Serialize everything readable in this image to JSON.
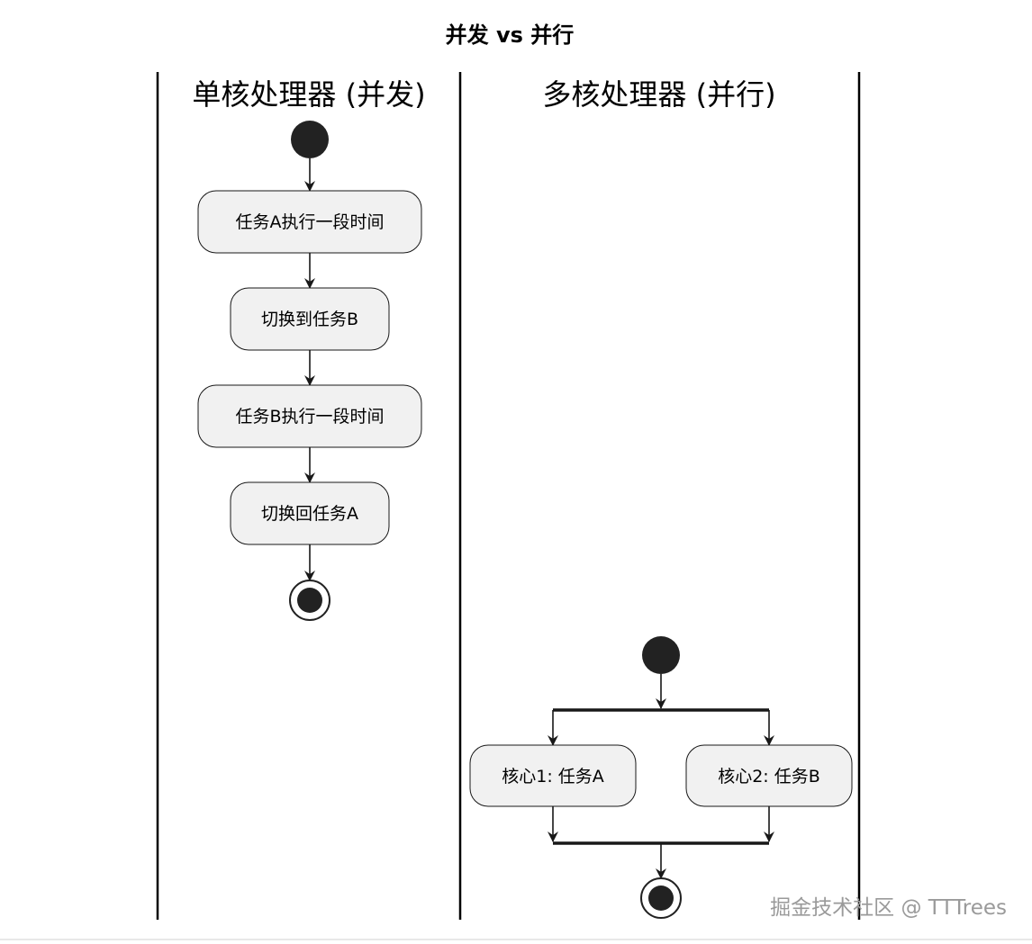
{
  "title": "并发 vs 并行",
  "lanes": [
    {
      "title": "单核处理器 (并发)"
    },
    {
      "title": "多核处理器 (并行)"
    }
  ],
  "activities": {
    "lane1": [
      "任务A执行一段时间",
      "切换到任务B",
      "任务B执行一段时间",
      "切换回任务A"
    ],
    "lane2": [
      "核心1: 任务A",
      "核心2: 任务B"
    ]
  },
  "watermark": "掘金技术社区 @ TTTrees"
}
